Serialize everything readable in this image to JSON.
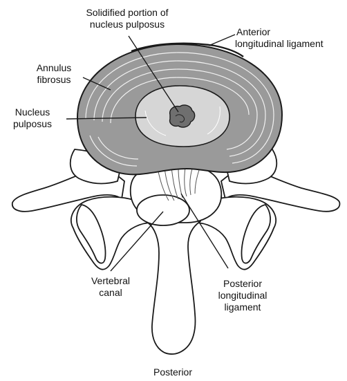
{
  "labels": {
    "solidified": {
      "line1": "Solidified portion of",
      "line2": "nucleus pulposus"
    },
    "anterior_ligament": {
      "line1": "Anterior",
      "line2": "longitudinal ligament"
    },
    "annulus": {
      "line1": "Annulus",
      "line2": "fibrosus"
    },
    "nucleus": {
      "line1": "Nucleus",
      "line2": "pulposus"
    },
    "vertebral_canal": {
      "line1": "Vertebral",
      "line2": "canal"
    },
    "posterior_ligament": {
      "line1": "Posterior",
      "line2": "longitudinal",
      "line3": "ligament"
    },
    "posterior": "Posterior"
  },
  "colors": {
    "annulus_fill": "#9a9a9a",
    "nucleus_fill": "#d6d6d6",
    "solid_fill": "#6f6f6f",
    "bone_fill": "#ffffff",
    "outline": "#1a1a1a"
  }
}
